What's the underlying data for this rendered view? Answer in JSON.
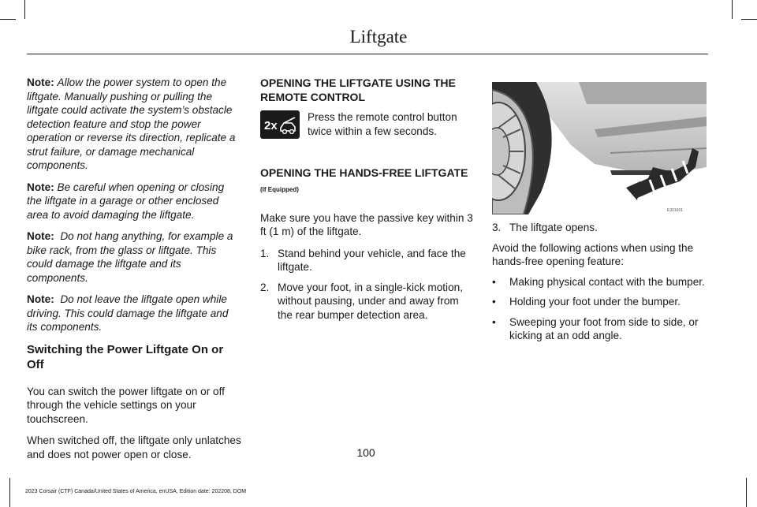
{
  "page": {
    "title": "Liftgate",
    "page_number": "100",
    "footer": "2023 Corsair (CTF) Canada/United States of America, enUSA, Edition date: 202208, DOM"
  },
  "col1": {
    "notes": [
      {
        "label": "Note:",
        "text": "Allow the power system to open the liftgate. Manually pushing or pulling the liftgate could activate the system’s obstacle detection feature and stop the power operation or reverse its direction, replicate a strut failure, or damage mechanical components."
      },
      {
        "label": "Note:",
        "text": "Be careful when opening or closing the liftgate in a garage or other enclosed area to avoid damaging the liftgate."
      },
      {
        "label": "Note:",
        "text": "Do not hang anything, for example a bike rack, from the glass or liftgate.  This could damage the liftgate and its components."
      },
      {
        "label": "Note:",
        "text": "Do not leave the liftgate open while driving.  This could damage the liftgate and its components."
      }
    ],
    "subheading": "Switching the Power Liftgate On or Off",
    "paragraphs": [
      "You can switch the power liftgate on or off through the vehicle settings on your touchscreen.",
      "When switched off, the liftgate only unlatches and does not power open or close."
    ]
  },
  "col2": {
    "heading1": "OPENING THE LIFTGATE USING THE REMOTE CONTROL",
    "remote_icon_label": "2x",
    "remote_text": "Press the remote control button twice within a few seconds.",
    "heading2": "OPENING THE HANDS-FREE LIFTGATE",
    "equipped": "(If Equipped)",
    "intro": "Make sure you have the passive key within 3 ft (1 m) of the liftgate.",
    "steps": [
      {
        "num": "1.",
        "text": "Stand behind your vehicle, and face the liftgate."
      },
      {
        "num": "2.",
        "text": "Move your foot, in a single-kick motion, without pausing, under and away from the rear bumper detection area."
      }
    ]
  },
  "col3": {
    "step3": {
      "num": "3.",
      "text": "The liftgate opens."
    },
    "avoid_intro": "Avoid the following actions when using the hands-free opening feature:",
    "bullets": [
      {
        "mark": "•",
        "text": "Making physical contact with the bumper."
      },
      {
        "mark": "•",
        "text": "Holding your foot under the bumper."
      },
      {
        "mark": "•",
        "text": "Sweeping your foot from side to side, or kicking at an odd angle."
      }
    ]
  },
  "illustration": {
    "code": "E301601"
  },
  "colors": {
    "text": "#1a1a1a",
    "illustration_gray": "#c8c8c8"
  },
  "icons": [
    "remote-2x-icon",
    "liftgate-kick-illustration"
  ]
}
